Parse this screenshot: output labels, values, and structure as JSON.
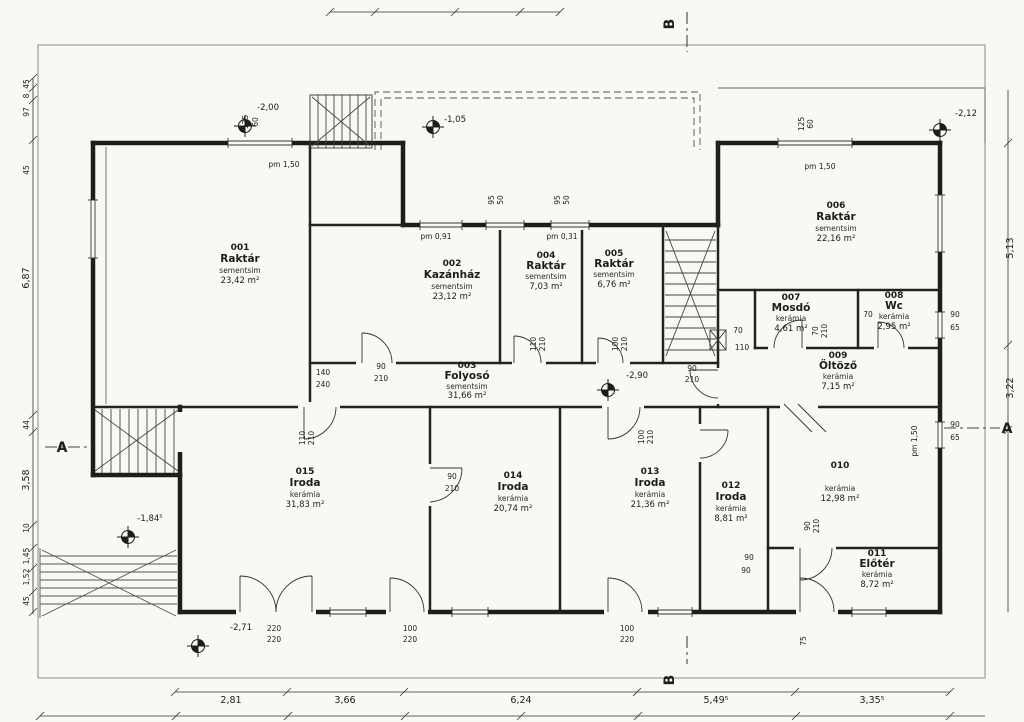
{
  "rooms": {
    "r001": {
      "number": "001",
      "name": "Raktár",
      "material": "sementsim",
      "area": "23,42 m²"
    },
    "r002": {
      "number": "002",
      "name": "Kazánház",
      "material": "sementsim",
      "area": "23,12 m²"
    },
    "r003": {
      "number": "003",
      "name": "Folyosó",
      "material": "sementsim",
      "area": "31,66 m²"
    },
    "r004": {
      "number": "004",
      "name": "Raktár",
      "material": "sementsim",
      "area": "7,03 m²"
    },
    "r005": {
      "number": "005",
      "name": "Raktár",
      "material": "sementsim",
      "area": "6,76 m²"
    },
    "r006": {
      "number": "006",
      "name": "Raktár",
      "material": "sementsim",
      "area": "22,16 m²"
    },
    "r007": {
      "number": "007",
      "name": "Mosdó",
      "material": "kerámia",
      "area": "4,61 m²"
    },
    "r008": {
      "number": "008",
      "name": "Wc",
      "material": "kerámia",
      "area": "2,95 m²"
    },
    "r009": {
      "number": "009",
      "name": "Öltöző",
      "material": "kerámia",
      "area": "7,15 m²"
    },
    "r010": {
      "number": "010",
      "name": "",
      "material": "kerámia",
      "area": "12,98 m²"
    },
    "r011": {
      "number": "011",
      "name": "Előtér",
      "material": "kerámia",
      "area": "8,72 m²"
    },
    "r012": {
      "number": "012",
      "name": "Iroda",
      "material": "kerámia",
      "area": "8,81 m²"
    },
    "r013": {
      "number": "013",
      "name": "Iroda",
      "material": "kerámia",
      "area": "21,36 m²"
    },
    "r014": {
      "number": "014",
      "name": "Iroda",
      "material": "kerámia",
      "area": "20,74 m²"
    },
    "r015": {
      "number": "015",
      "name": "Iroda",
      "material": "kerámia",
      "area": "31,83 m²"
    }
  },
  "levels": [
    "-2,00",
    "-1,05",
    "-2,12",
    "-2,90",
    "-1,84⁵",
    "-2,71"
  ],
  "parapets": [
    "pm 1,50",
    "pm 0,91",
    "pm 0,31",
    "pm 1,50",
    "pm 1,50"
  ],
  "dims": [
    "125",
    "60",
    "95",
    "50",
    "95",
    "50",
    "125",
    "60",
    "90",
    "65",
    "70",
    "110",
    "210",
    "100",
    "210",
    "70",
    "110",
    "70",
    "210",
    "90",
    "210",
    "140",
    "240",
    "90",
    "210",
    "110",
    "210",
    "90",
    "210",
    "100",
    "210",
    "90",
    "65",
    "90",
    "210",
    "90",
    "90",
    "220",
    "220",
    "100",
    "220",
    "100",
    "220",
    "75"
  ],
  "chains": {
    "bottom": [
      "2,81",
      "3,66",
      "6,24",
      "5,49⁵",
      "3,35⁵"
    ],
    "left": [
      "45",
      "8",
      "97",
      "45",
      "6,87",
      "44",
      "3,58",
      "10",
      "1,45",
      "1,52",
      "45"
    ],
    "right": [
      "5,13",
      "3,22"
    ]
  },
  "sections": {
    "b": "B",
    "a": "A"
  }
}
